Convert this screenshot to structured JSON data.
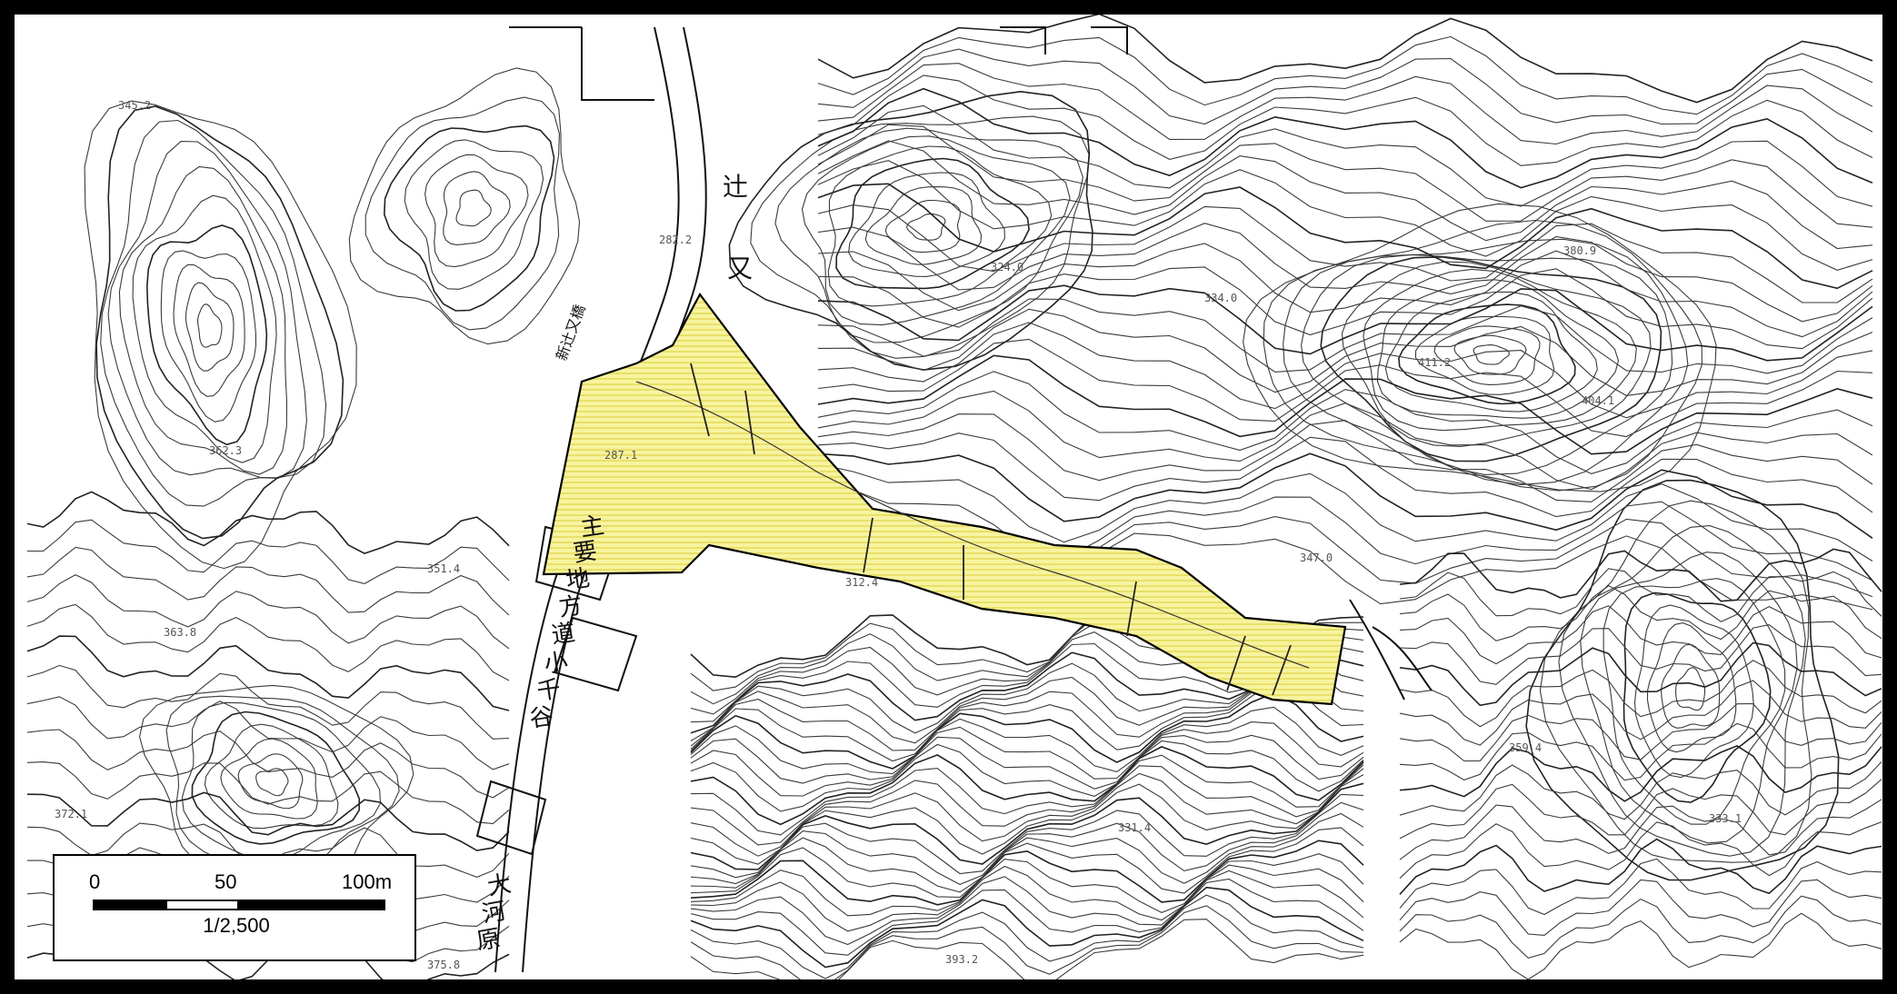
{
  "map": {
    "labels": {
      "road_kanji": [
        "主",
        "要",
        "地",
        "方",
        "道",
        "小",
        "千",
        "谷"
      ],
      "river_kanji": [
        "大",
        "河",
        "原"
      ],
      "place_kanji": [
        "辻",
        "又"
      ],
      "bridge_label": "新辻又橋"
    },
    "elevations": [
      {
        "text": "345.2"
      },
      {
        "text": "362.3"
      },
      {
        "text": "351.4"
      },
      {
        "text": "363.8"
      },
      {
        "text": "372.1"
      },
      {
        "text": "282.2"
      },
      {
        "text": "287.1"
      },
      {
        "text": "324.0"
      },
      {
        "text": "334.0"
      },
      {
        "text": "411.2"
      },
      {
        "text": "404.1"
      },
      {
        "text": "380.9"
      },
      {
        "text": "347.0"
      },
      {
        "text": "312.4"
      },
      {
        "text": "331.4"
      },
      {
        "text": "359.4"
      },
      {
        "text": "333.1"
      },
      {
        "text": "393.2"
      },
      {
        "text": "375.8"
      }
    ],
    "colors": {
      "frame": "#000000",
      "contour": "#3a3a3a",
      "highlight_fill": "#f7f3a0",
      "highlight_hatch": "#e2d54a",
      "outline": "#000000"
    }
  },
  "scale": {
    "ticks": [
      "0",
      "50",
      "100m"
    ],
    "ratio": "1/2,500"
  }
}
